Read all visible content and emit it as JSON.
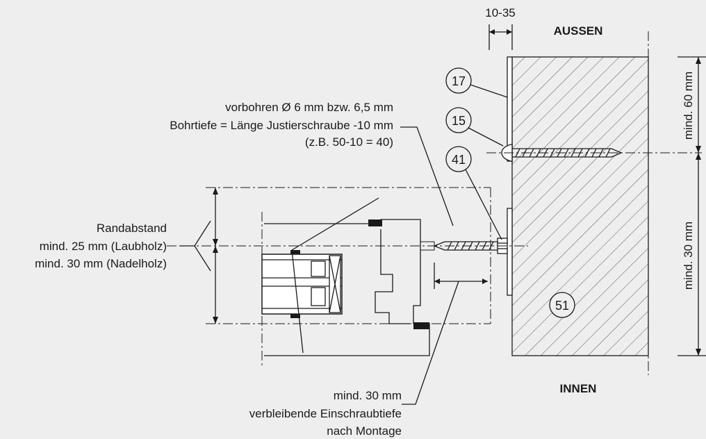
{
  "labels": {
    "aussen": "AUSSEN",
    "innen": "INNEN",
    "gap_range": "10-35",
    "top_right_dim": "mind. 60 mm",
    "bottom_right_dim": "mind. 30 mm"
  },
  "drill_note": {
    "line1": "vorbohren Ø 6 mm bzw. 6,5 mm",
    "line2": "Bohrtiefe = Länge Justierschraube -10 mm",
    "line3": "(z.B. 50-10 = 40)"
  },
  "edge_note": {
    "line1": "Randabstand",
    "line2": "mind. 25 mm (Laubholz)",
    "line3": "mind. 30 mm (Nadelholz)"
  },
  "depth_note": {
    "line1": "mind. 30 mm",
    "line2": "verbleibende Einschraubtiefe",
    "line3": "nach Montage"
  },
  "callouts": [
    "17",
    "15",
    "41",
    "51"
  ]
}
